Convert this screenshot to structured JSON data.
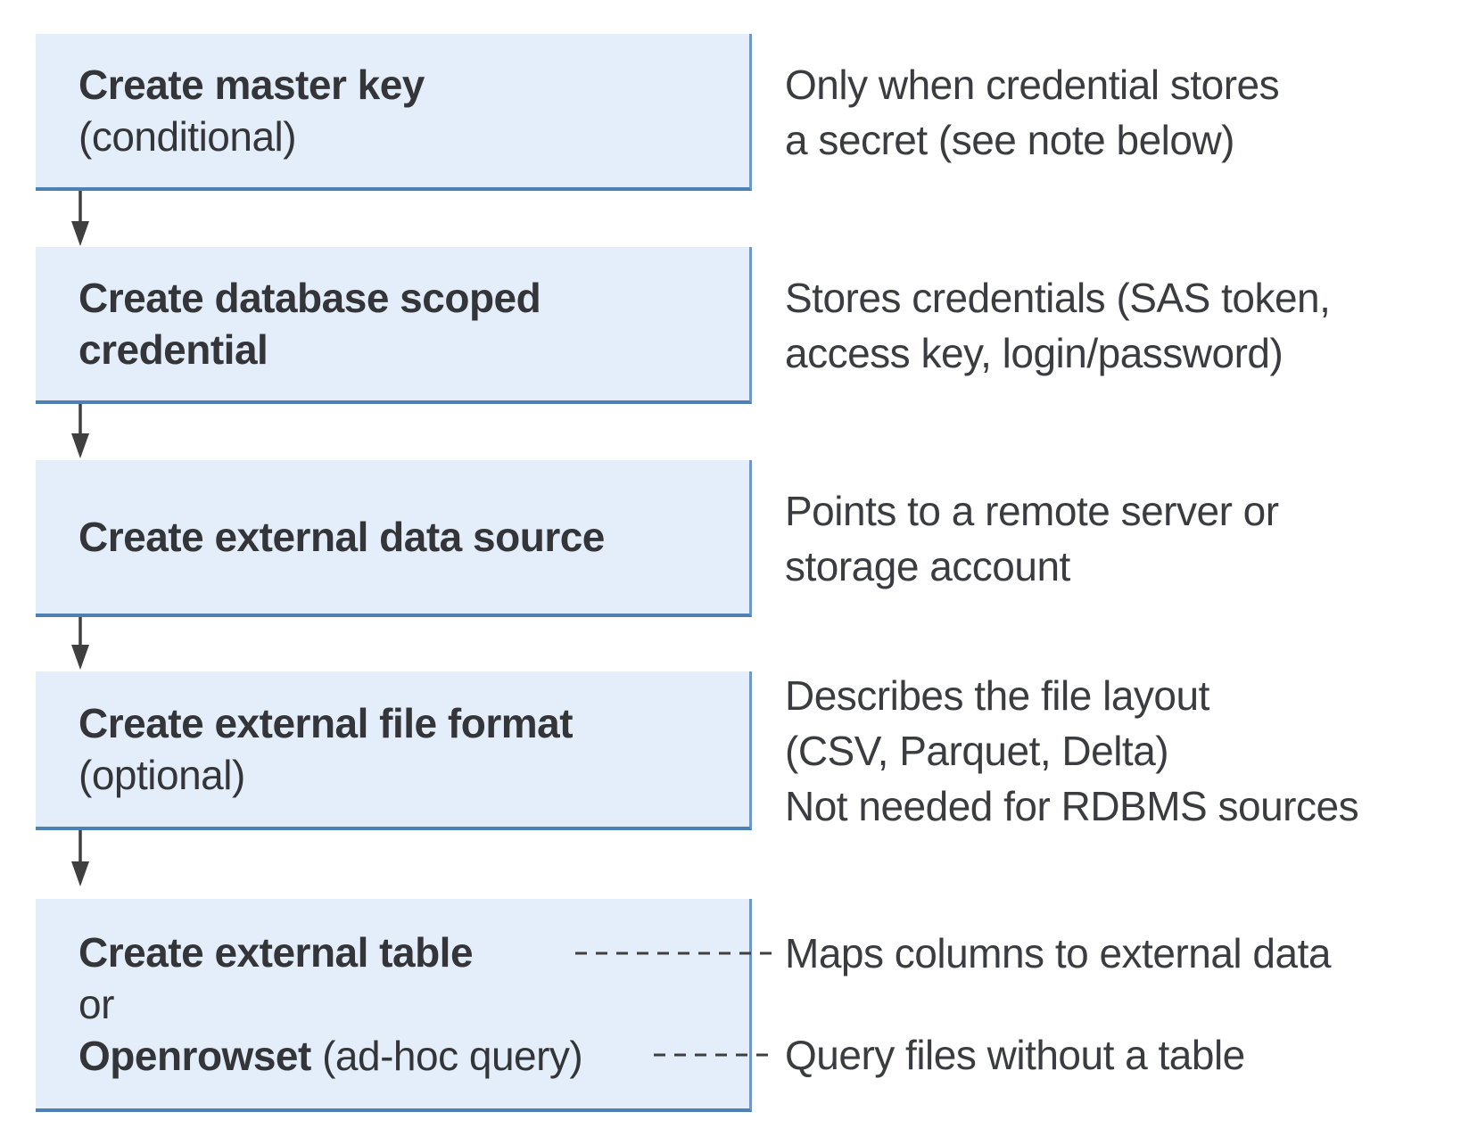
{
  "colors": {
    "box_fill": "#e4eefb",
    "box_border": "#4e80b1",
    "text": "#333538",
    "connector": "#3f3f3f",
    "background": "#ffffff"
  },
  "flow": {
    "steps": [
      {
        "name": "create-master-key",
        "lines": [
          "Create master key",
          "(conditional)"
        ]
      },
      {
        "name": "create-database-scoped-credential",
        "lines": [
          "Create database scoped",
          "credential"
        ]
      },
      {
        "name": "create-external-data-source",
        "lines": [
          "Create external data source"
        ]
      },
      {
        "name": "create-external-file-format",
        "lines": [
          "Create external file format",
          "(optional)"
        ]
      },
      {
        "name": "create-external-table-or-openrowset",
        "lines": [
          "Create external table",
          "or"
        ],
        "openrowset_bold": "Openrowset",
        "openrowset_rest": " (ad-hoc query)"
      }
    ]
  },
  "annotations": [
    {
      "lines": [
        "Only when credential stores",
        "a secret (see note below)"
      ]
    },
    {
      "lines": [
        "Stores credentials (SAS token,",
        "access key, login/password)"
      ]
    },
    {
      "lines": [
        "Points to a remote server or",
        "storage account"
      ]
    },
    {
      "lines": [
        "Describes the file layout",
        "(CSV, Parquet, Delta)",
        "Not needed for RDBMS sources"
      ]
    },
    {
      "lines": [
        "Maps columns to external data"
      ]
    },
    {
      "lines": [
        "Query files without a table"
      ]
    }
  ]
}
